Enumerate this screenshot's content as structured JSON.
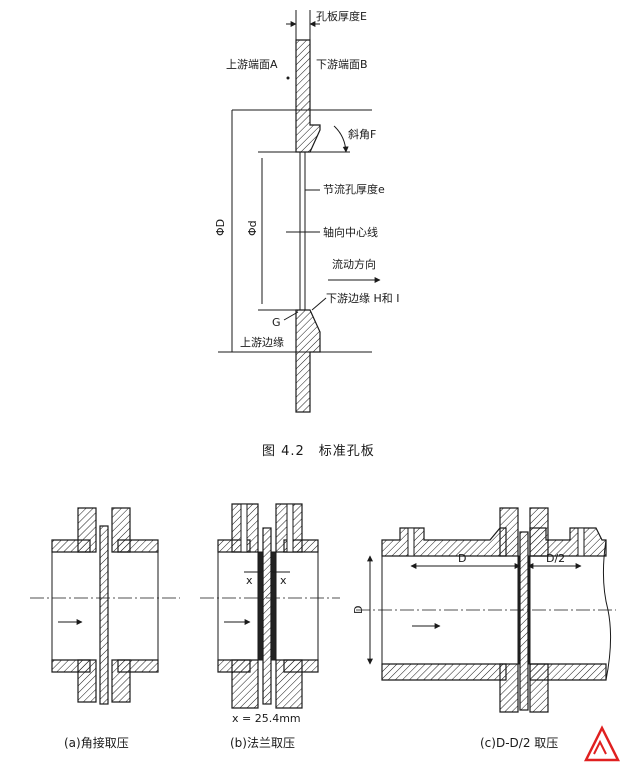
{
  "top_figure": {
    "labels": {
      "plate_thickness": "孔板厚度E",
      "upstream_face": "上游端面A",
      "downstream_face": "下游端面B",
      "bevel_angle": "斜角F",
      "orifice_thickness": "节流孔厚度e",
      "axial_centerline": "轴向中心线",
      "flow_direction": "流动方向",
      "downstream_edge": "下游边缘 H和 I",
      "point_g": "G",
      "upstream_edge": "上游边缘",
      "dim_D": "ΦD",
      "dim_d": "Φd"
    },
    "caption": "图 4.2　标准孔板"
  },
  "bottom_figures": {
    "captions": {
      "a": "(a)角接取压",
      "b": "(b)法兰取压",
      "c": "(c)D-D/2 取压"
    },
    "labels": {
      "x_left": "x",
      "x_right": "x",
      "x_value": "x = 25.4mm",
      "dim_D_main": "D",
      "dim_D_half": "D/2",
      "dim_D_vertical": "D"
    }
  },
  "colors": {
    "ink": "#1a1a1a",
    "logo_red": "#e02020"
  }
}
